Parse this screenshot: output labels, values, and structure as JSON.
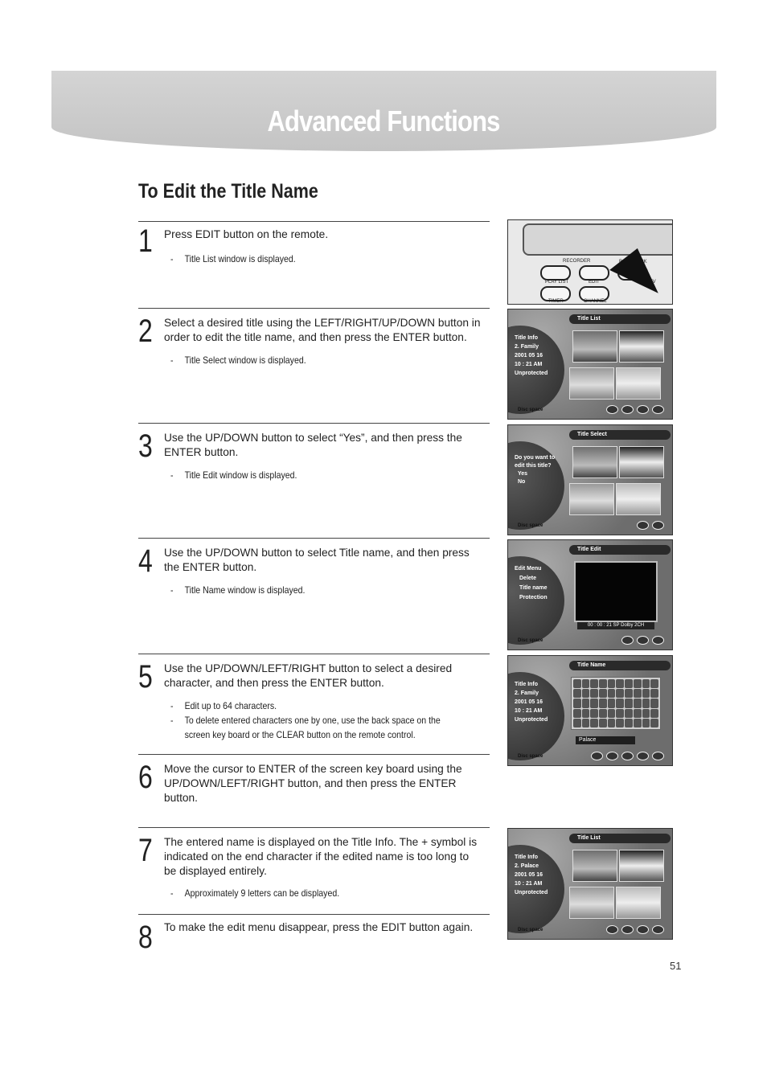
{
  "header": {
    "title": "Advanced Functions"
  },
  "section": {
    "title": "To Edit the Title Name"
  },
  "steps": [
    {
      "num": "1",
      "text": "Press EDIT button on the remote.",
      "notes": [
        "Title List window is displayed."
      ]
    },
    {
      "num": "2",
      "text": "Select a desired title using the LEFT/RIGHT/UP/DOWN button in order to edit the title name, and then press the ENTER button.",
      "notes": [
        "Title Select window is displayed."
      ]
    },
    {
      "num": "3",
      "text": "Use the UP/DOWN button to select “Yes”, and then press the ENTER button.",
      "notes": [
        "Title Edit window is displayed."
      ]
    },
    {
      "num": "4",
      "text": "Use the UP/DOWN button to select Title name, and then press the ENTER button.",
      "notes": [
        "Title Name window is displayed."
      ]
    },
    {
      "num": "5",
      "text": "Use the UP/DOWN/LEFT/RIGHT button to select a desired character, and then press the ENTER button.",
      "notes": [
        "Edit up to 64 characters.",
        "To delete entered characters one by one, use the back space on the screen key board or the CLEAR button on the remote control."
      ]
    },
    {
      "num": "6",
      "text": "Move the cursor to ENTER of the screen key board using the UP/DOWN/LEFT/RIGHT button, and then press the ENTER button.",
      "notes": []
    },
    {
      "num": "7",
      "text": "The entered name is displayed on the Title Info. The + symbol is indicated on the end character if the edited name is too long to be displayed entirely.",
      "notes": [
        "Approximately 9 letters can be displayed."
      ]
    },
    {
      "num": "8",
      "text": "To make the edit menu disappear, press the EDIT button again.",
      "notes": []
    }
  ],
  "screens": {
    "remote": {
      "labels": [
        "RECORDER",
        "BOOKMARK",
        "PLAY LIST",
        "EDIT",
        "TV",
        "TIMER",
        "CHANNEL"
      ]
    },
    "s2": {
      "header": "Title List",
      "info": [
        "Title Info",
        "2. Family",
        "2001 05 16",
        "10 : 21 AM",
        "Unprotected"
      ],
      "footer": "Disc space"
    },
    "s3": {
      "header": "Title Select",
      "info": [
        "Do you want to",
        "edit this title?",
        "Yes",
        "No"
      ],
      "footer": "Disc space"
    },
    "s4": {
      "header": "Title Edit",
      "info": [
        "Edit Menu",
        "Delete",
        "Title name",
        "Protection"
      ],
      "status": "00 : 00 : 21   SP   Dolby   2CH",
      "footer": "Disc space"
    },
    "s5": {
      "header": "Title Name",
      "info": [
        "Title Info",
        "2. Family",
        "2001 05 16",
        "10 : 21 AM",
        "Unprotected"
      ],
      "name": "Palace",
      "footer": "Disc space"
    },
    "s7": {
      "header": "Title List",
      "info": [
        "Title Info",
        "2. Palace",
        "2001 05 16",
        "10 : 21 AM",
        "Unprotected"
      ],
      "footer": "Disc space"
    }
  },
  "page_number": "51"
}
